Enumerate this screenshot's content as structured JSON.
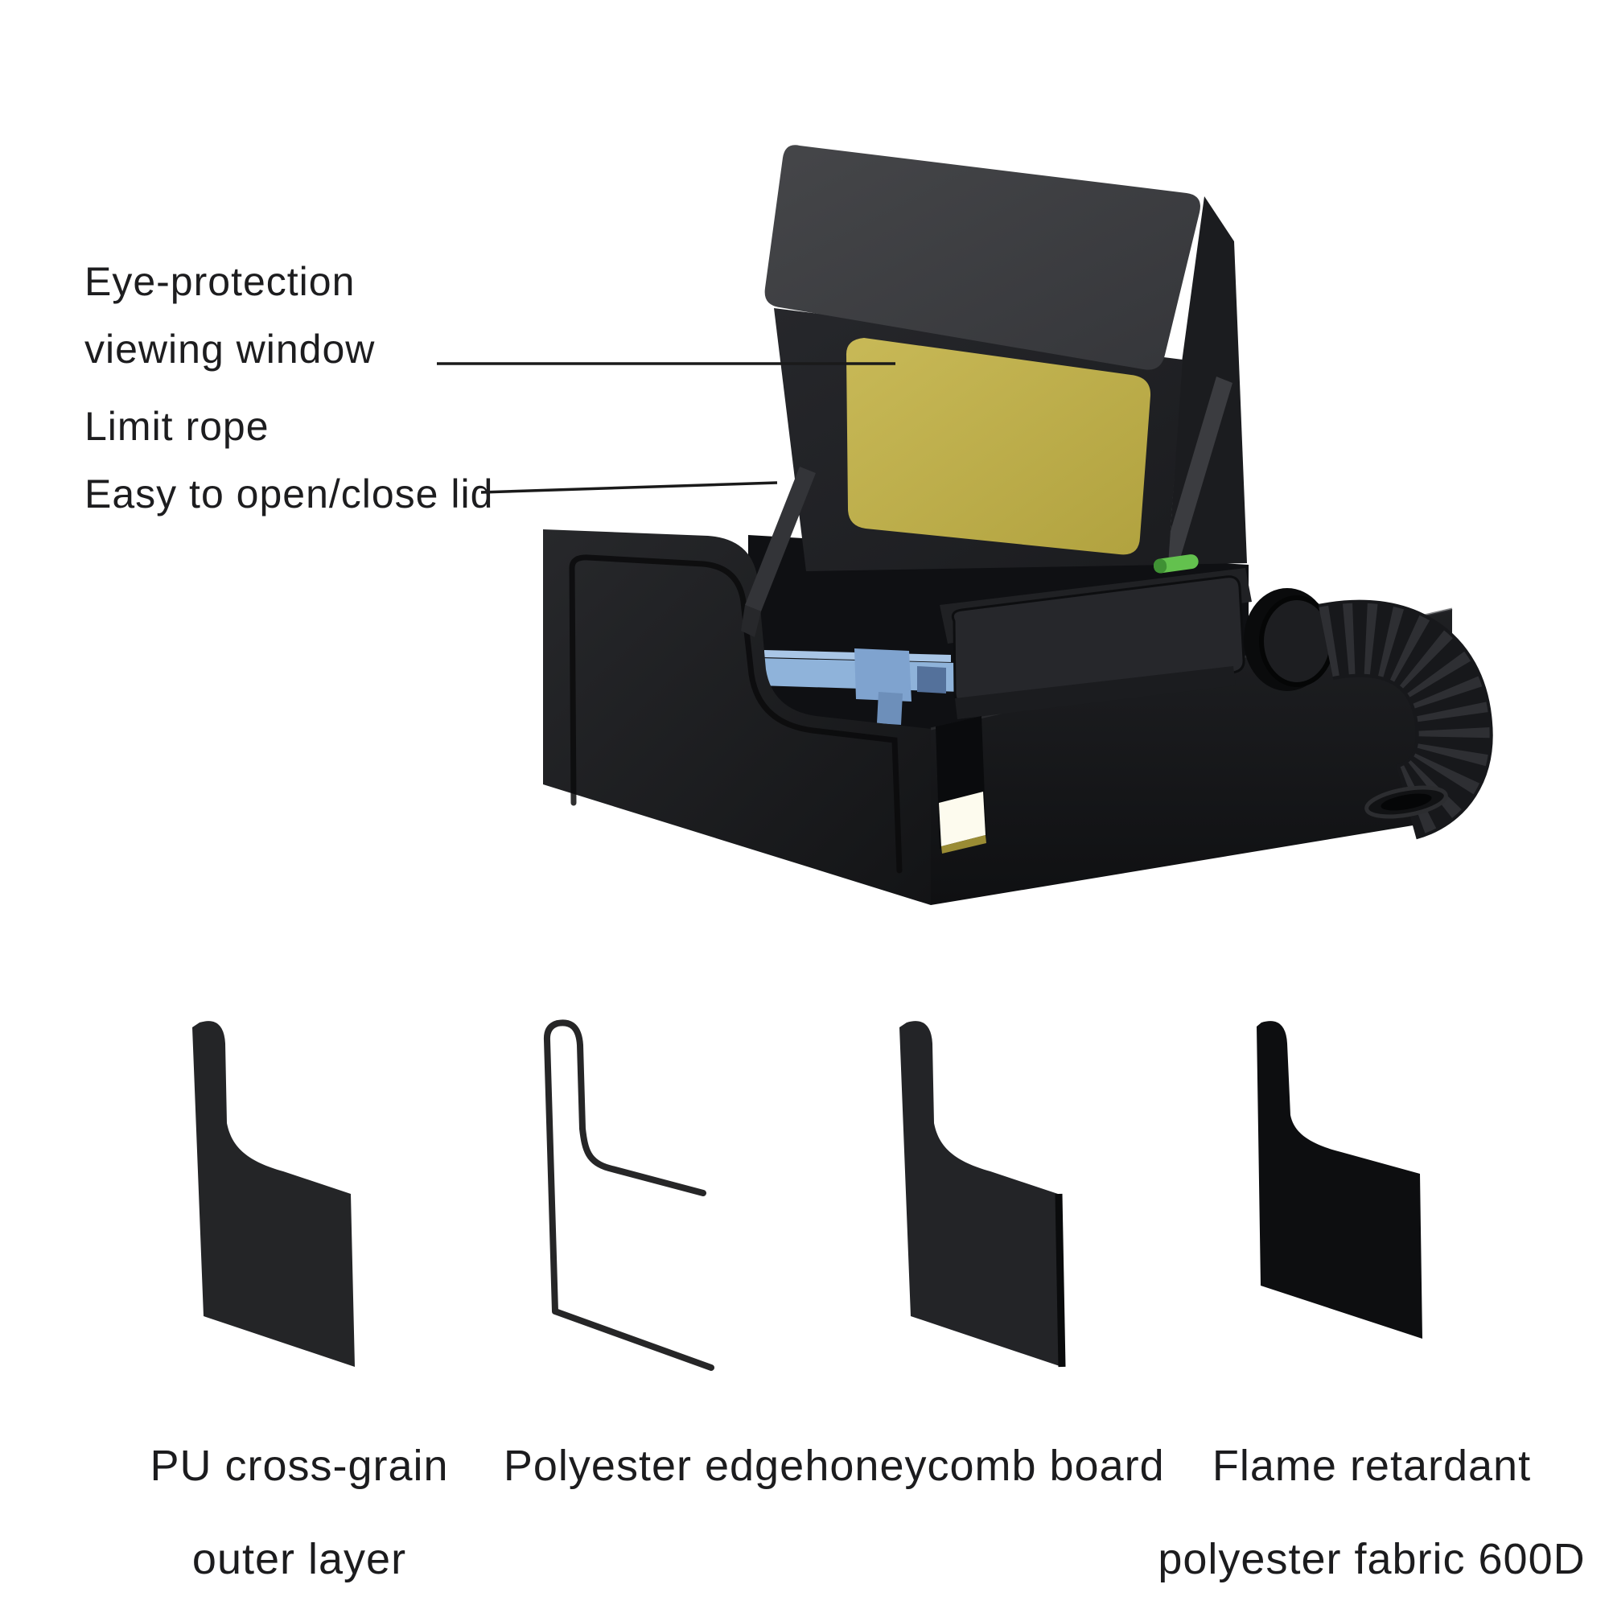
{
  "page": {
    "background": "#ffffff",
    "description": "Laser engraver protective enclosure product diagram"
  },
  "annotations": {
    "viewing_window": {
      "line1": "Eye-protection",
      "line2": "viewing window"
    },
    "limit_rope": {
      "line1": "Limit rope",
      "line2": "Easy to open/close lid"
    }
  },
  "materials": [
    {
      "label_line1": "PU cross-grain",
      "label_line2": "outer layer"
    },
    {
      "label_line1": "Polyester edge",
      "label_line2": ""
    },
    {
      "label_line1": "honeycomb board",
      "label_line2": ""
    },
    {
      "label_line1": "Flame retardant",
      "label_line2": "polyester fabric 600D"
    }
  ],
  "product": {
    "name": "laser engraver enclosure",
    "colors": {
      "background": "#ffffff",
      "text": "#1d1d1f",
      "annotation_line": "#1a1a1a",
      "lid_flap": "#3d3e41",
      "lid_panel": "#222327",
      "lid_side_wall": "#1b1c1f",
      "viewing_window": "#bfb050",
      "box_front": "#1e1f22",
      "box_right": "#17181b",
      "interior": "#0f1013",
      "engraver_blue": "#8fb3da",
      "engraver_blue_light": "#a9c6e6",
      "engraver_blue_dark": "#54719b",
      "latch_green": "#63c14e",
      "strap": "#333438",
      "hose": "#17181b",
      "hose_rib": "#2e2f33",
      "slot_glow": "#fdfbee",
      "sample_fill": "#242527",
      "sample_fill_dark": "#0d0e10",
      "sample_outline": "#262627"
    }
  }
}
